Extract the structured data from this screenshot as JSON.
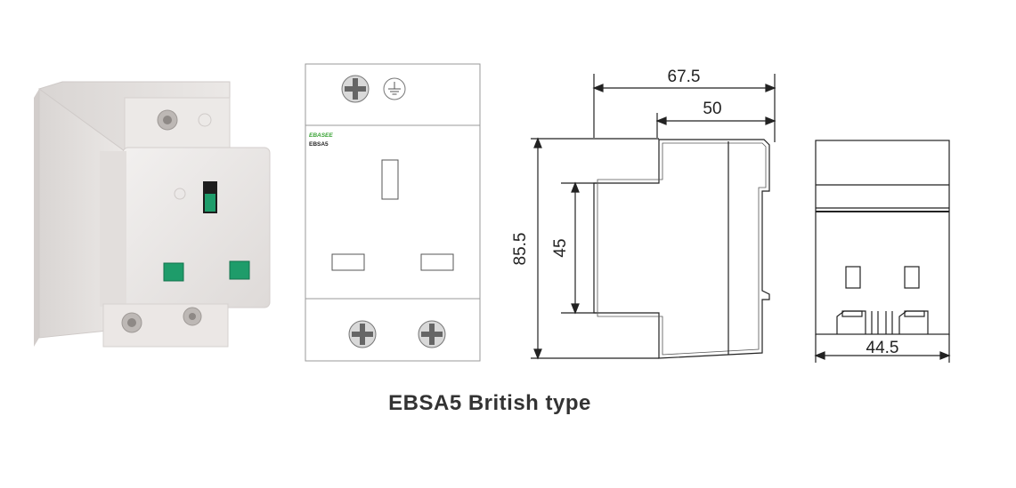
{
  "front_label": {
    "brand": "EBASEE",
    "model": "EBSA5"
  },
  "dimensions": {
    "overall_depth": "67.5",
    "body_depth": "50",
    "overall_height": "85.5",
    "rail_height": "45",
    "width": "44.5"
  },
  "caption": "EBSA5 British type",
  "colors": {
    "socket_body": "#ebe8e6",
    "socket_contact": "#1e9c6a",
    "brand_green": "#3aa335",
    "line": "#222222"
  }
}
